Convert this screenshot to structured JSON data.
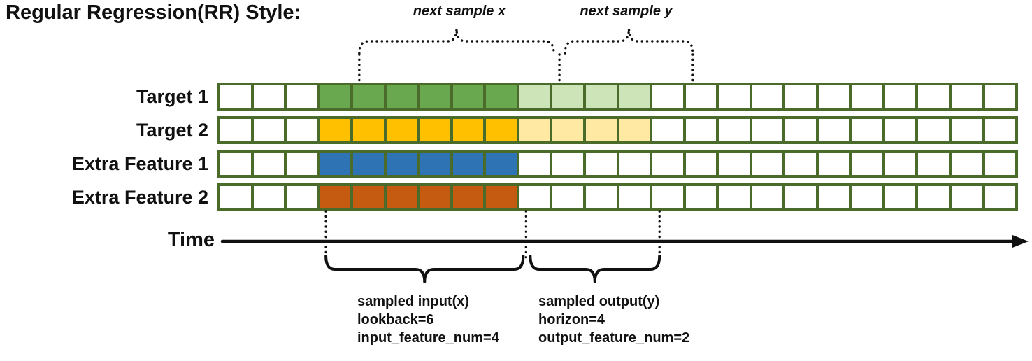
{
  "title": "Regular Regression(RR) Style:",
  "annotations": {
    "next_sample_x": "next sample x",
    "next_sample_y": "next sample y"
  },
  "time_axis": {
    "label": "Time"
  },
  "rows": [
    {
      "label": "Target 1",
      "input_color": "#6aa84f",
      "output_color": "#cde3b8"
    },
    {
      "label": "Target 2",
      "input_color": "#ffc000",
      "output_color": "#ffe9a3"
    },
    {
      "label": "Extra Feature 1",
      "input_color": "#2e74b5",
      "output_color": null
    },
    {
      "label": "Extra Feature 2",
      "input_color": "#c55a11",
      "output_color": null
    }
  ],
  "grid": {
    "columns": 24,
    "input_start_col": 3,
    "lookback": 6,
    "horizon": 4,
    "border_color": "#4a6b2a",
    "cell_bg": "#ffffff",
    "line_color": "#111111"
  },
  "sample_info": {
    "input_lines": [
      "sampled input(x)",
      "lookback=6",
      "input_feature_num=4"
    ],
    "output_lines": [
      "sampled output(y)",
      "horizon=4",
      "output_feature_num=2"
    ]
  }
}
